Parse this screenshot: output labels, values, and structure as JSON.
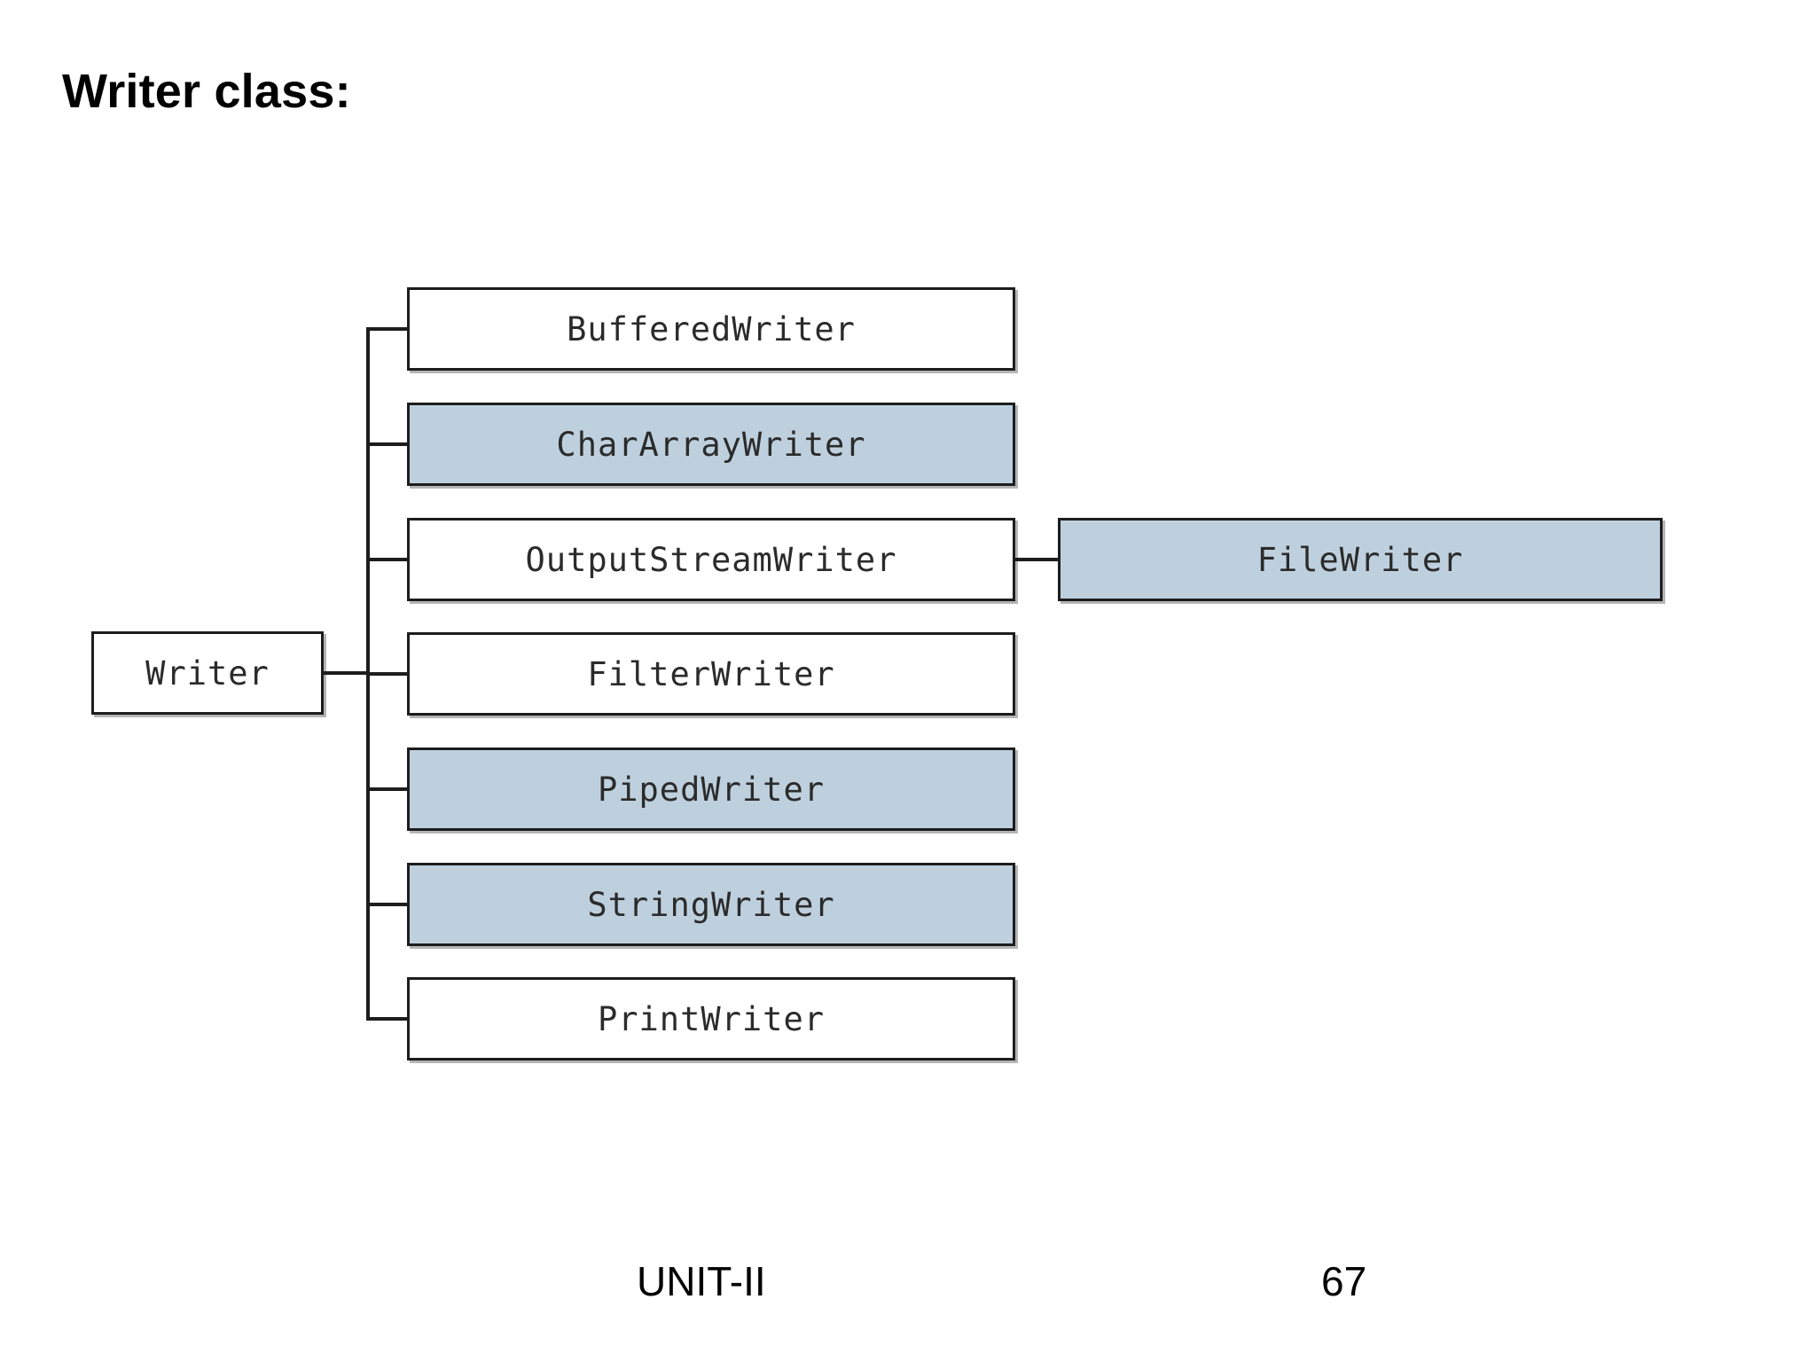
{
  "slide": {
    "title": "Writer class:",
    "footer_unit": "UNIT-II",
    "page_number": "67"
  },
  "colors": {
    "shaded_box_fill": "#bed0de",
    "plain_box_fill": "#ffffff",
    "box_border": "#1d1d1d",
    "connector": "#1d1d1d",
    "text": "#2b2b2b",
    "background": "#ffffff"
  },
  "diagram": {
    "type": "class-hierarchy-tree",
    "root": {
      "label": "Writer",
      "shaded": false
    },
    "subclasses": [
      {
        "label": "BufferedWriter",
        "shaded": false
      },
      {
        "label": "CharArrayWriter",
        "shaded": true
      },
      {
        "label": "OutputStreamWriter",
        "shaded": false
      },
      {
        "label": "FilterWriter",
        "shaded": false
      },
      {
        "label": "PipedWriter",
        "shaded": true
      },
      {
        "label": "StringWriter",
        "shaded": true
      },
      {
        "label": "PrintWriter",
        "shaded": false
      }
    ],
    "leaf": {
      "label": "FileWriter",
      "shaded": true,
      "parent": "OutputStreamWriter"
    }
  }
}
